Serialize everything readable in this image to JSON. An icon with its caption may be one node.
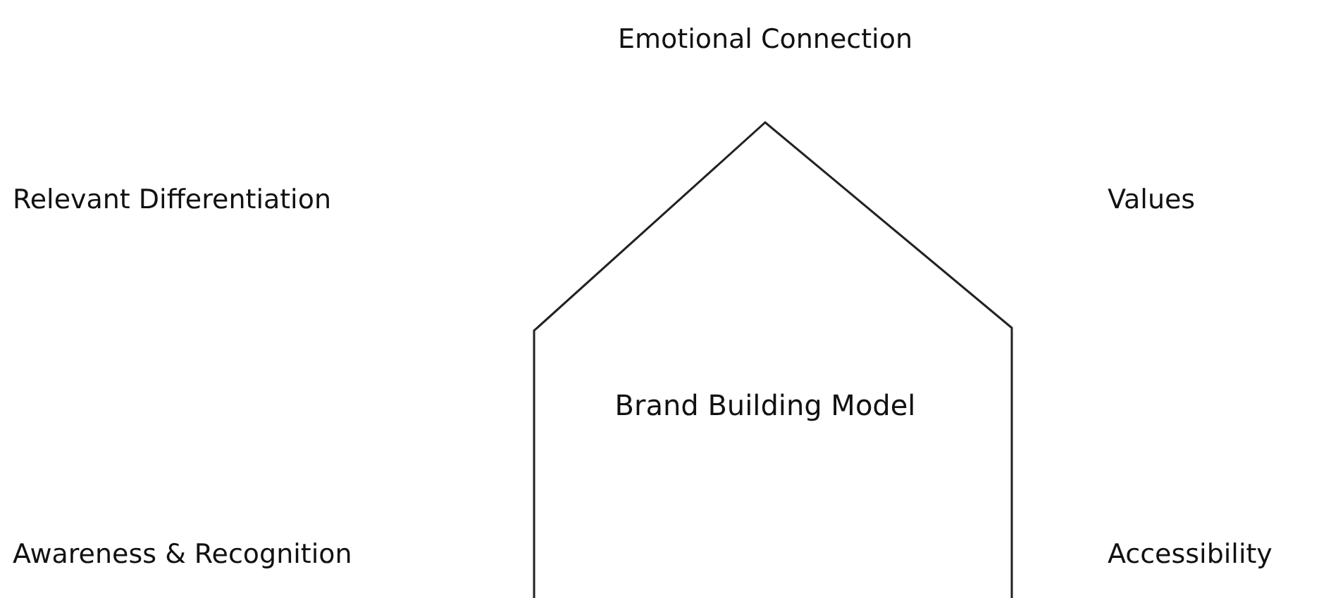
{
  "diagram": {
    "nodes": [
      {
        "text": [
          "Brand Building Model"
        ]
      }
    ],
    "labels": [
      "Emotional Connection",
      "Relevant Differentiation",
      "Values",
      "Awareness & Recognition",
      "Accessibility"
    ]
  }
}
